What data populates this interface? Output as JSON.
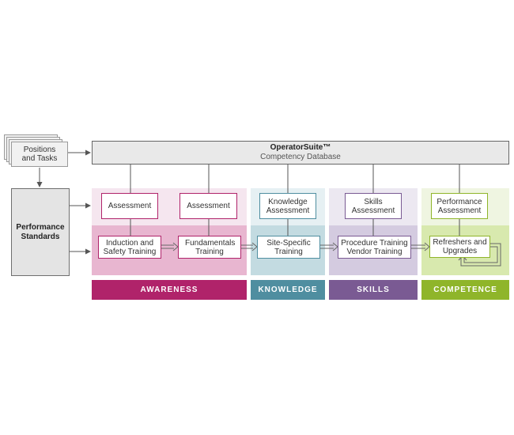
{
  "inputs": {
    "positions_tasks": "Positions and Tasks",
    "performance_standards": "Performance Standards"
  },
  "operator_suite": {
    "title": "OperatorSuite™",
    "subtitle": "Competency Database"
  },
  "stages": {
    "awareness": {
      "label": "AWARENESS",
      "color": "#b0236a",
      "assessment_1": "Assessment",
      "assessment_2": "Assessment",
      "training_1": "Induction and Safety Training",
      "training_2": "Fundamentals Training"
    },
    "knowledge": {
      "label": "KNOWLEDGE",
      "color": "#4f8ea0",
      "assessment": "Knowledge Assessment",
      "training": "Site-Specific Training"
    },
    "skills": {
      "label": "SKILLS",
      "color": "#7a5a93",
      "assessment": "Skills Assessment",
      "training": "Procedure Training Vendor Training"
    },
    "competence": {
      "label": "COMPETENCE",
      "color": "#8fb52a",
      "assessment": "Performance Assessment",
      "training": "Refreshers and Upgrades"
    }
  }
}
